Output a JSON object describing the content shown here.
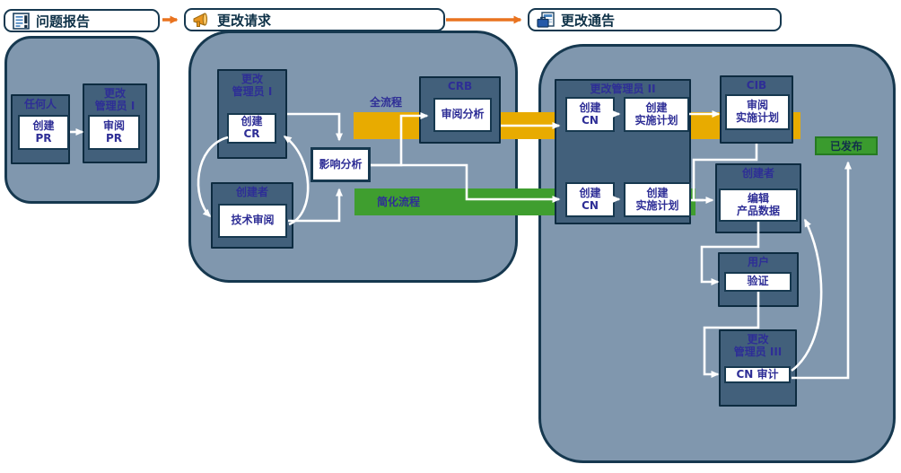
{
  "colors": {
    "page-bg": "#ffffff",
    "container-fill": "#8097ae",
    "container-border": "#16384f",
    "group-fill": "#42607b",
    "group-border": "#0d2b40",
    "box-border": "#16384f",
    "text-indigo": "#2e2e96",
    "header-text": "#0e3147",
    "yellow-bar": "#e8ab00",
    "green-bar": "#3f9e2f",
    "released-fill": "#3a9b2e",
    "released-border": "#257a21",
    "released-text": "#12304a",
    "orange-arrow": "#e9731f"
  },
  "headers": {
    "problem_report": "问题报告",
    "change_request": "更改请求",
    "change_notice": "更改通告"
  },
  "flow_labels": {
    "full_process": "全流程",
    "simplified_process": "简化流程",
    "released": "已发布"
  },
  "problem_report": {
    "anyone_role": "任何人",
    "create_pr": "创建\nPR",
    "admin1_role": "更改\n管理员 I",
    "review_pr": "审阅\nPR"
  },
  "change_request": {
    "admin1_role": "更改\n管理员 I",
    "create_cr": "创建\nCR",
    "creator_role": "创建者",
    "tech_review": "技术审阅",
    "impact_analysis": "影响分析",
    "crb_role": "CRB",
    "review_analysis": "审阅分析"
  },
  "change_notice": {
    "admin2_role": "更改管理员 II",
    "create_cn_full": "创建\nCN",
    "create_plan_full": "创建\n实施计划",
    "create_cn_simple": "创建\nCN",
    "create_plan_simple": "创建\n实施计划",
    "cib_role": "CIB",
    "review_plan": "审阅\n实施计划",
    "creator_role": "创建者",
    "edit_product_data": "编辑\n产品数据",
    "user_role": "用户",
    "validate": "验证",
    "admin3_role": "更改\n管理员 III",
    "cn_audit": "CN 审计"
  }
}
